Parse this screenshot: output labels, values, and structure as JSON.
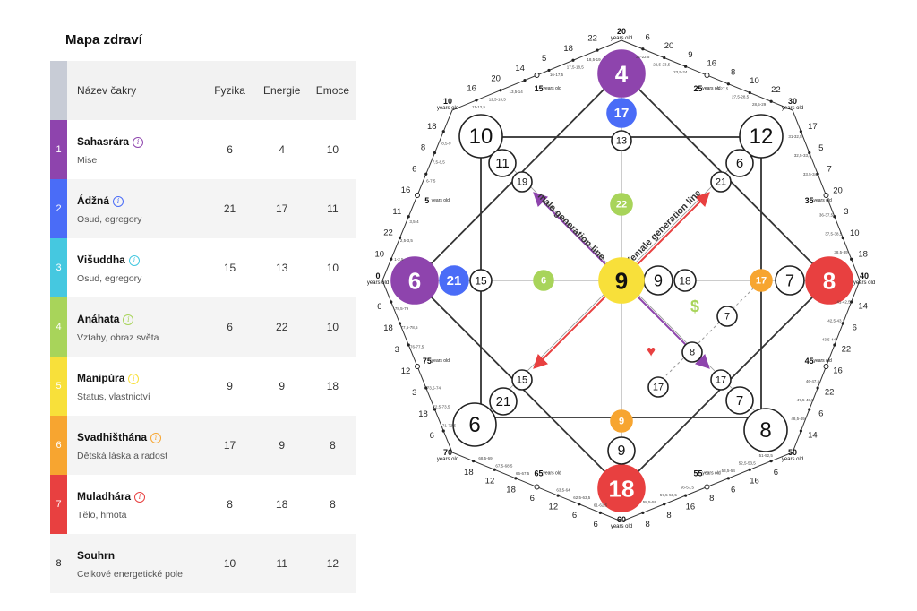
{
  "title": "Mapa zdraví",
  "table": {
    "headers": [
      "Název čakry",
      "Fyzika",
      "Energie",
      "Emoce"
    ],
    "rows": [
      {
        "num": "1",
        "name": "Sahasrára",
        "desc": "Mise",
        "fyzika": "6",
        "energie": "4",
        "emoce": "10",
        "color": "#8e44ad"
      },
      {
        "num": "2",
        "name": "Ádžná",
        "desc": "Osud, egregory",
        "fyzika": "21",
        "energie": "17",
        "emoce": "11",
        "color": "#4a6cf7"
      },
      {
        "num": "3",
        "name": "Višuddha",
        "desc": "Osud, egregory",
        "fyzika": "15",
        "energie": "13",
        "emoce": "10",
        "color": "#45c8e0"
      },
      {
        "num": "4",
        "name": "Anáhata",
        "desc": "Vztahy, obraz světa",
        "fyzika": "6",
        "energie": "22",
        "emoce": "10",
        "color": "#a8d45a"
      },
      {
        "num": "5",
        "name": "Manipúra",
        "desc": "Status, vlastnictví",
        "fyzika": "9",
        "energie": "9",
        "emoce": "18",
        "color": "#f8e03a"
      },
      {
        "num": "6",
        "name": "Svadhišthána",
        "desc": "Dětská láska a radost",
        "fyzika": "17",
        "energie": "9",
        "emoce": "8",
        "color": "#f7a530"
      },
      {
        "num": "7",
        "name": "Muladhára",
        "desc": "Tělo, hmota",
        "fyzika": "8",
        "energie": "18",
        "emoce": "8",
        "color": "#e84040"
      },
      {
        "num": "8",
        "name": "Souhrn",
        "desc": "Celkové energetické pole",
        "fyzika": "10",
        "energie": "11",
        "emoce": "12",
        "color": ""
      }
    ]
  },
  "diagram": {
    "center": "9",
    "colors": {
      "purple": "#8e44ad",
      "blue": "#4a6cf7",
      "green": "#a8d45a",
      "yellow": "#f8e03a",
      "orange": "#f7a530",
      "red": "#e84040"
    },
    "corners": {
      "top": "4",
      "left": "6",
      "right": "8",
      "bottom": "18",
      "top_left": "10",
      "top_right": "12",
      "bottom_left": "6",
      "bottom_right": "8"
    },
    "ring1": {
      "top": "17",
      "left": "21",
      "right": "17",
      "bottom": "9"
    },
    "ring2": {
      "top": "13",
      "left": "15",
      "right": "18",
      "bottom": "9"
    },
    "heart_line": {
      "top": "22",
      "left": "6",
      "right": "9"
    },
    "diag1": {
      "top_left": "11",
      "top_right": "6",
      "bottom_left": "21",
      "bottom_right": "7"
    },
    "diag2": {
      "top_left": "19",
      "top_right": "21",
      "bottom_left": "15",
      "bottom_right": "17"
    },
    "extra": {
      "money_a": "7",
      "money_b": "8",
      "love_a": "17"
    },
    "male_line": "male generation line",
    "female_line": "female generation line",
    "dollar": "$",
    "heart": "♥",
    "age_labels": [
      {
        "age": "20",
        "unit": "years old"
      },
      {
        "age": "30",
        "unit": "years old"
      },
      {
        "age": "40",
        "unit": "years old"
      },
      {
        "age": "50",
        "unit": "years old"
      },
      {
        "age": "60",
        "unit": "years old"
      },
      {
        "age": "70",
        "unit": "years old"
      },
      {
        "age": "0",
        "unit": "years old"
      },
      {
        "age": "10",
        "unit": "years old"
      }
    ],
    "mid_ages": [
      {
        "age": "25",
        "unit": "years old"
      },
      {
        "age": "35",
        "unit": "years old"
      },
      {
        "age": "45",
        "unit": "years old"
      },
      {
        "age": "55",
        "unit": "years old"
      },
      {
        "age": "65",
        "unit": "years old"
      },
      {
        "age": "75",
        "unit": "years old"
      },
      {
        "age": "5",
        "unit": "years old"
      },
      {
        "age": "15",
        "unit": "years old"
      }
    ],
    "edge_numbers": {
      "top_right": [
        "6",
        "20",
        "9",
        "16",
        "8",
        "10",
        "22"
      ],
      "right_top": [
        "17",
        "5",
        "7",
        "20",
        "3",
        "10",
        "18"
      ],
      "right_bottom": [
        "14",
        "6",
        "22",
        "16",
        "22",
        "6",
        "14"
      ],
      "bottom_right": [
        "6",
        "16",
        "6",
        "8",
        "16",
        "8",
        "8"
      ],
      "bottom_left": [
        "6",
        "6",
        "12",
        "6",
        "18",
        "12",
        "18"
      ],
      "left_bottom": [
        "6",
        "18",
        "3",
        "12",
        "3",
        "18",
        "6"
      ],
      "left_top": [
        "10",
        "22",
        "11",
        "16",
        "6",
        "8",
        "18"
      ],
      "top_left": [
        "16",
        "20",
        "14",
        "5",
        "18",
        "22"
      ]
    },
    "tiny_ranges": {
      "top_right": [
        "21-22,5",
        "22,5-23,5",
        "23,5-24",
        "26-27,5",
        "27,5-28,5",
        "28,5-29"
      ],
      "right_top": [
        "31-32,5",
        "32,5-33,5",
        "33,5-34",
        "36-37,5",
        "37,5-38,5",
        "38,5-39"
      ],
      "right_bottom": [
        "41-42,5",
        "42,5-43,5",
        "43,5-44",
        "46-47,5",
        "47,5-48,5",
        "48,5-49"
      ],
      "bottom_right": [
        "51-52,5",
        "52,5-53,5",
        "53,5-54",
        "56-57,5",
        "57,5-58,5",
        "58,5-59"
      ],
      "bottom_left": [
        "61-62,5",
        "62,5-63,5",
        "63,5-64",
        "66-67,5",
        "67,5-68,5",
        "68,5-69"
      ],
      "left_bottom": [
        "71-72,5",
        "72,5-73,5",
        "73,5-74",
        "76-77,5",
        "77,5-78,5",
        "78,5-79"
      ],
      "left_top": [
        "1-2,5",
        "2,5-3,5",
        "3,5-4",
        "6-7,5",
        "7,5-8,5",
        "8,5-9"
      ],
      "top_left": [
        "11-12,5",
        "12,5-13,5",
        "13,5-14",
        "16-17,5",
        "17,5-18,5",
        "18,5-19"
      ]
    }
  }
}
